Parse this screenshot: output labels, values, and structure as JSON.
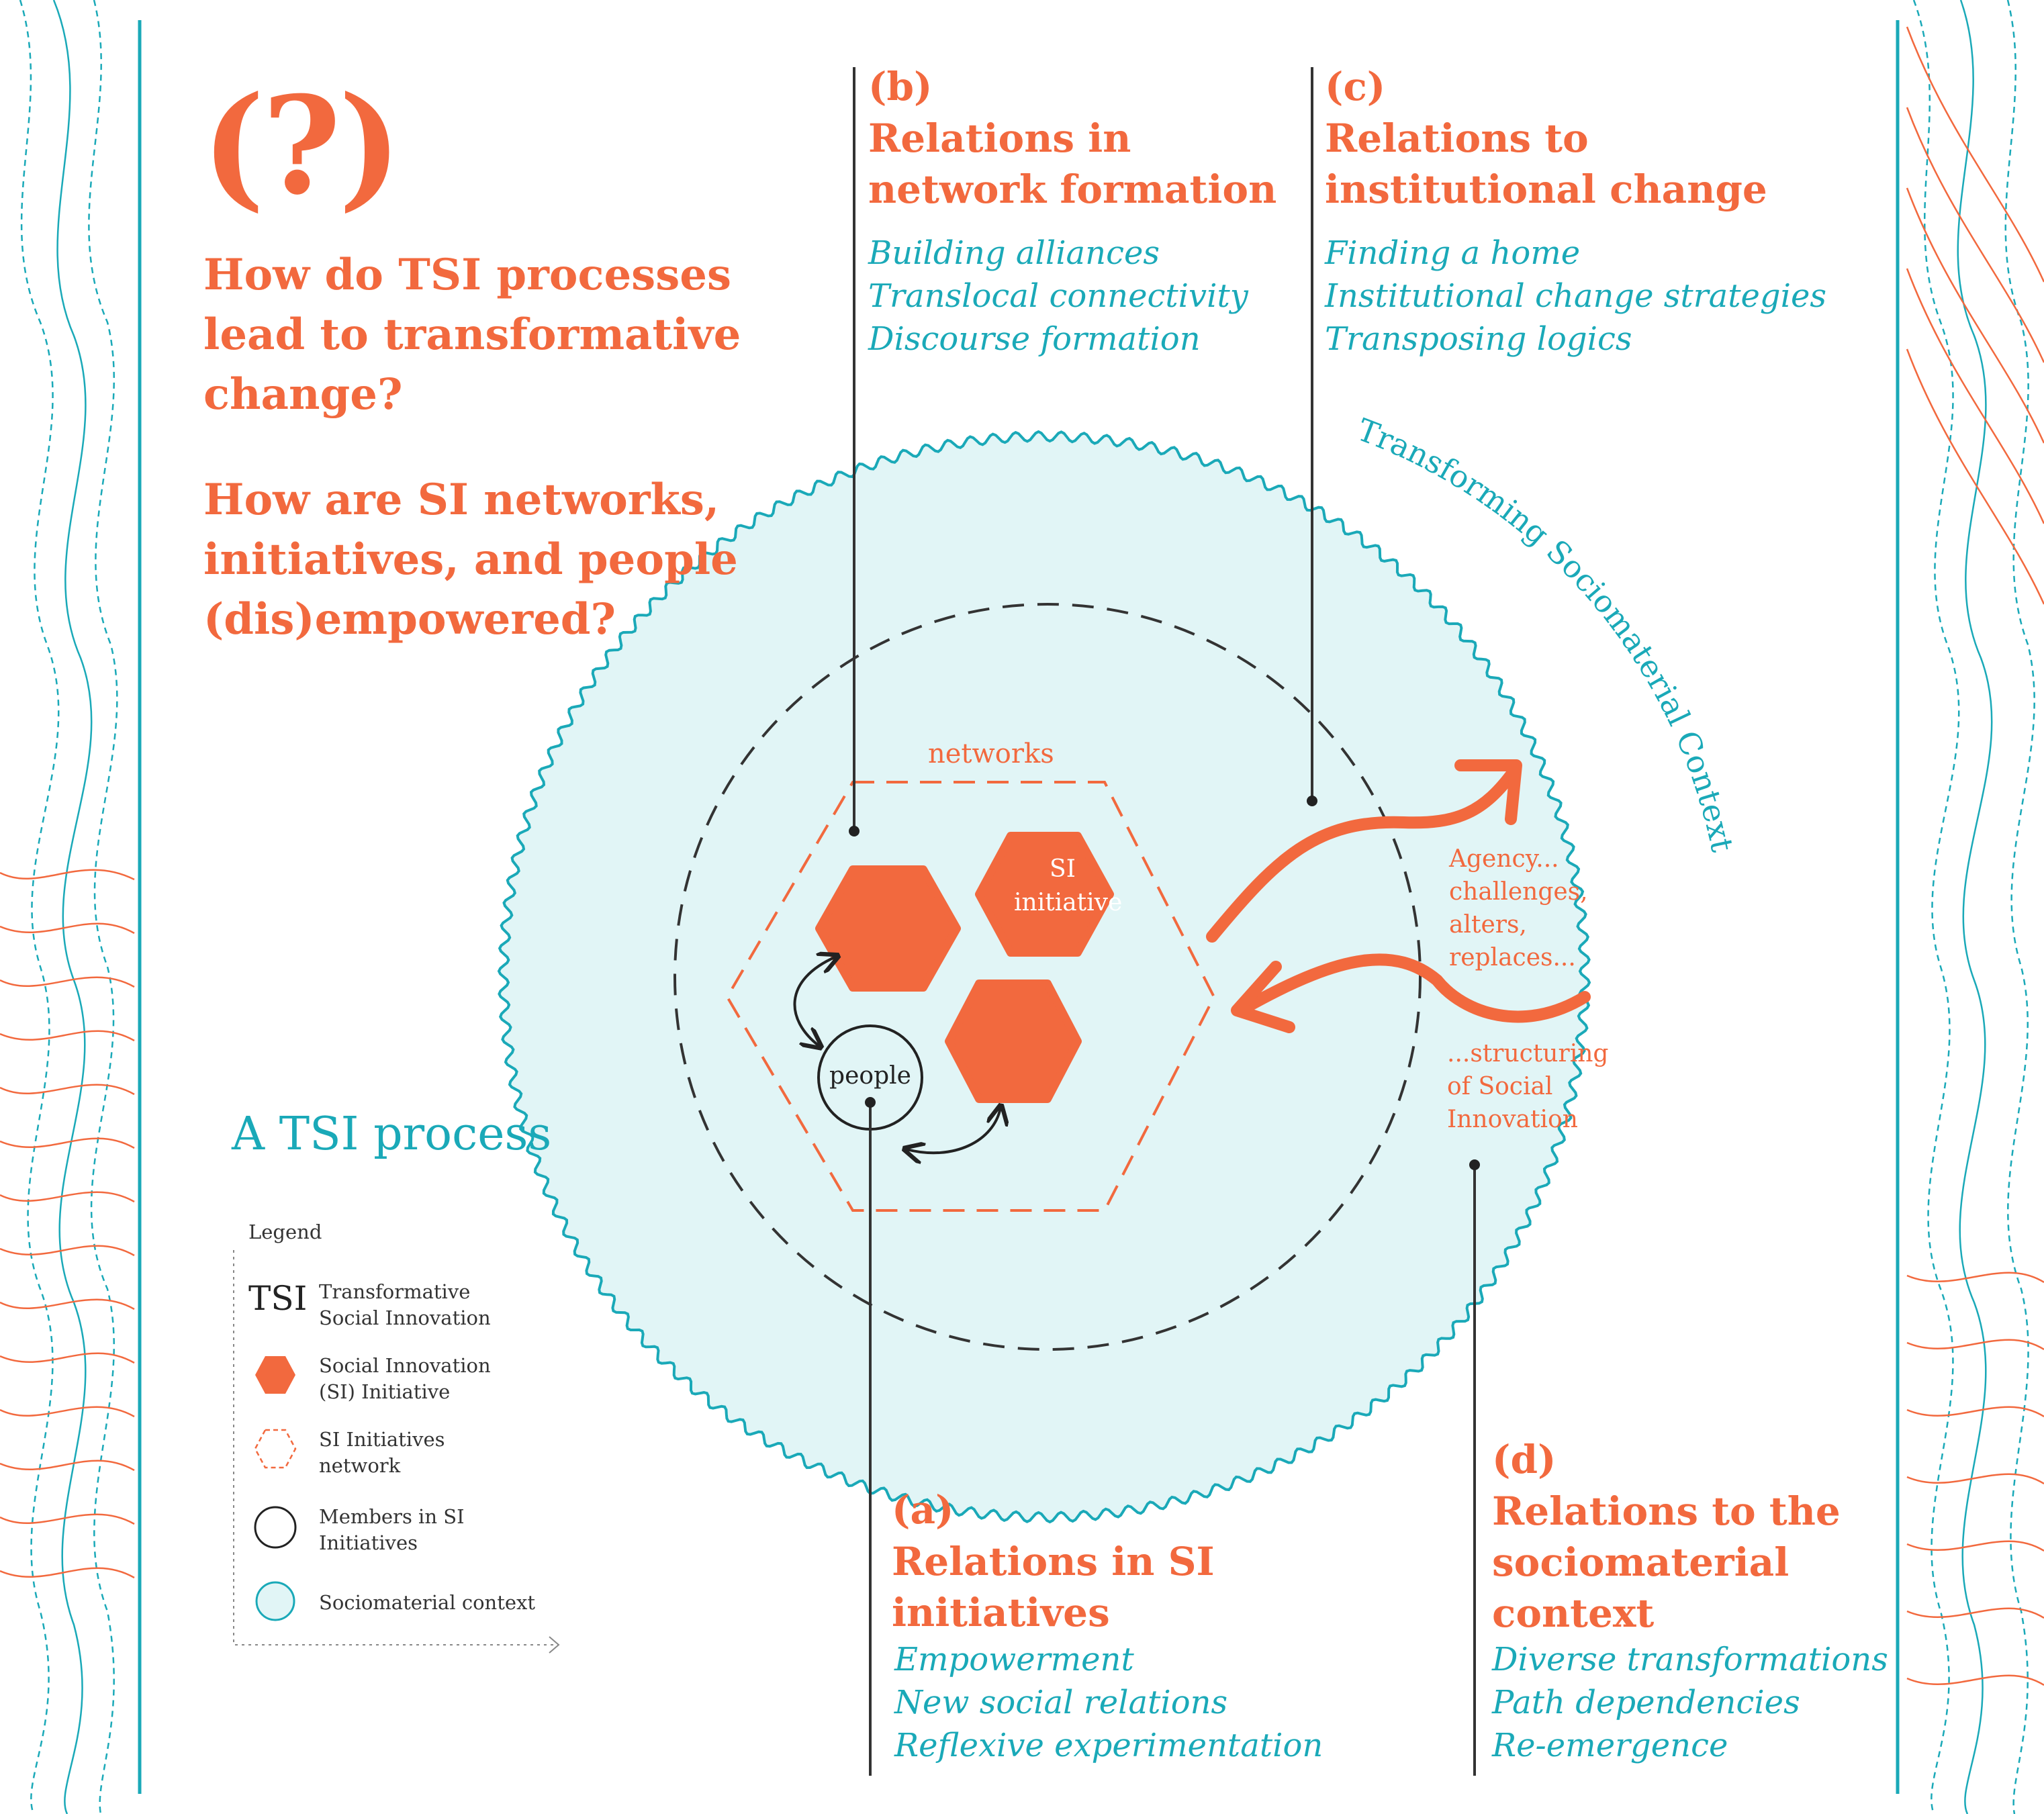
{
  "question_mark": "(?)",
  "questions": {
    "q1": [
      "How do TSI processes",
      "lead to transformative",
      "change?"
    ],
    "q2": [
      "How are SI networks,",
      "initiatives, and people",
      "(dis)empowered?"
    ]
  },
  "sections": {
    "b": {
      "letter": "(b)",
      "title": [
        "Relations in",
        "network formation"
      ],
      "items": [
        "Building alliances",
        "Translocal connectivity",
        "Discourse formation"
      ]
    },
    "c": {
      "letter": "(c)",
      "title": [
        "Relations to",
        "institutional change"
      ],
      "items": [
        "Finding a home",
        "Institutional change strategies",
        "Transposing logics"
      ]
    },
    "a": {
      "letter": "(a)",
      "title": [
        "Relations in SI",
        "initiatives"
      ],
      "items": [
        "Empowerment",
        "New social relations",
        "Reflexive experimentation"
      ]
    },
    "d": {
      "letter": "(d)",
      "title": [
        "Relations to the",
        "sociomaterial",
        "context"
      ],
      "items": [
        "Diverse transformations",
        "Path dependencies",
        "Re-emergence"
      ]
    }
  },
  "diagram": {
    "context_label": "Transforming Sociomaterial Context",
    "networks_label": "networks",
    "si_initiative_label": [
      "SI",
      "initiative"
    ],
    "people_label": "people",
    "agency_label": [
      "Agency...",
      "challenges,",
      "alters,",
      "replaces..."
    ],
    "structuring_label": [
      "...structuring",
      "of Social",
      "Innovation"
    ]
  },
  "tsi_process_title": "A TSI process",
  "legend": {
    "title": "Legend",
    "tsi_symbol": "TSI",
    "entries": [
      [
        "Transformative",
        "Social Innovation"
      ],
      [
        "Social Innovation",
        "(SI) Initiative"
      ],
      [
        "SI Initiatives",
        "network"
      ],
      [
        "Members in SI",
        "Initiatives"
      ],
      [
        "Sociomaterial context"
      ]
    ]
  },
  "colors": {
    "orange": "#f2693e",
    "teal": "#1aa9b8",
    "context_fill": "#e1f5f6"
  }
}
